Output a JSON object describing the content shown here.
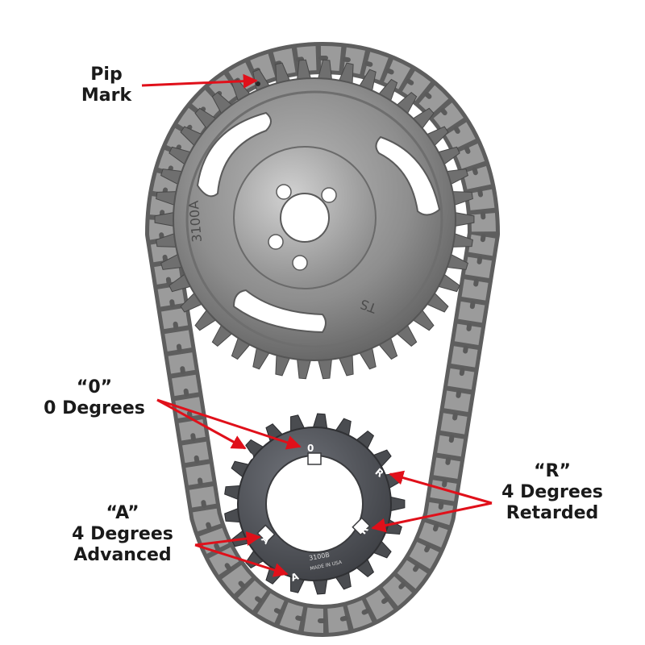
{
  "callouts": {
    "pip": {
      "line1": "Pip",
      "line2": "Mark"
    },
    "zero": {
      "line1": "“0”",
      "line2": "0 Degrees"
    },
    "retard": {
      "line1": "“R”",
      "line2": "4 Degrees",
      "line3": "Retarded"
    },
    "advance": {
      "line1": "“A”",
      "line2": "4 Degrees",
      "line3": "Advanced"
    }
  },
  "gear_stamps": {
    "cam_part_number": "3100A",
    "cam_code": "TS",
    "crank_part_number": "3100B",
    "crank_origin": "MADE IN USA"
  },
  "sprocket_marks": {
    "zero": "0",
    "retard": "R",
    "advance": "A"
  },
  "colors": {
    "arrow": "#e0101a",
    "steel": "#8c8c8c",
    "chain": "#7a7a7a",
    "crank": "#55585c"
  }
}
